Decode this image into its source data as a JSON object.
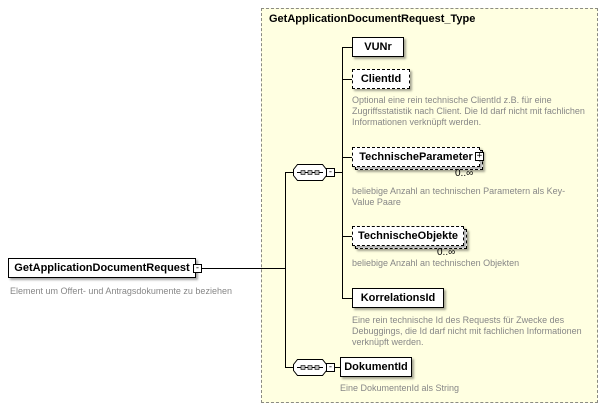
{
  "diagram": {
    "type_box": {
      "title": "GetApplicationDocumentRequest_Type"
    },
    "root": {
      "name": "GetApplicationDocumentRequest",
      "toggle": "-",
      "annotation": "Element um Offert- und Antragsdokumente zu beziehen"
    },
    "sequence1": {
      "toggle": "-"
    },
    "sequence2": {
      "toggle": "-"
    },
    "children": [
      {
        "name": "VUNr"
      },
      {
        "name": "ClientId",
        "annotation": "Optional eine rein technische ClientId z.B. für eine Zugriffsstatistik nach Client. Die Id darf nicht mit fachlichen Informationen verknüpft werden."
      },
      {
        "name": "TechnischeParameter",
        "toggle": "+",
        "cardinality": "0..∞",
        "annotation": "beliebige Anzahl an technischen Parametern als Key-Value Paare"
      },
      {
        "name": "TechnischeObjekte",
        "cardinality": "0..∞",
        "annotation": "beliebige Anzahl an technischen Objekten"
      },
      {
        "name": "KorrelationsId",
        "annotation": "Eine rein technische Id des Requests für Zwecke des Debuggings, die Id darf nicht mit fachlichen Informationen verknüpft werden."
      },
      {
        "name": "DokumentId",
        "annotation": "Eine DokumentenId als String"
      }
    ],
    "colors": {
      "type_box_bg": "#ffffe1",
      "annotation_text": "#878787"
    }
  }
}
